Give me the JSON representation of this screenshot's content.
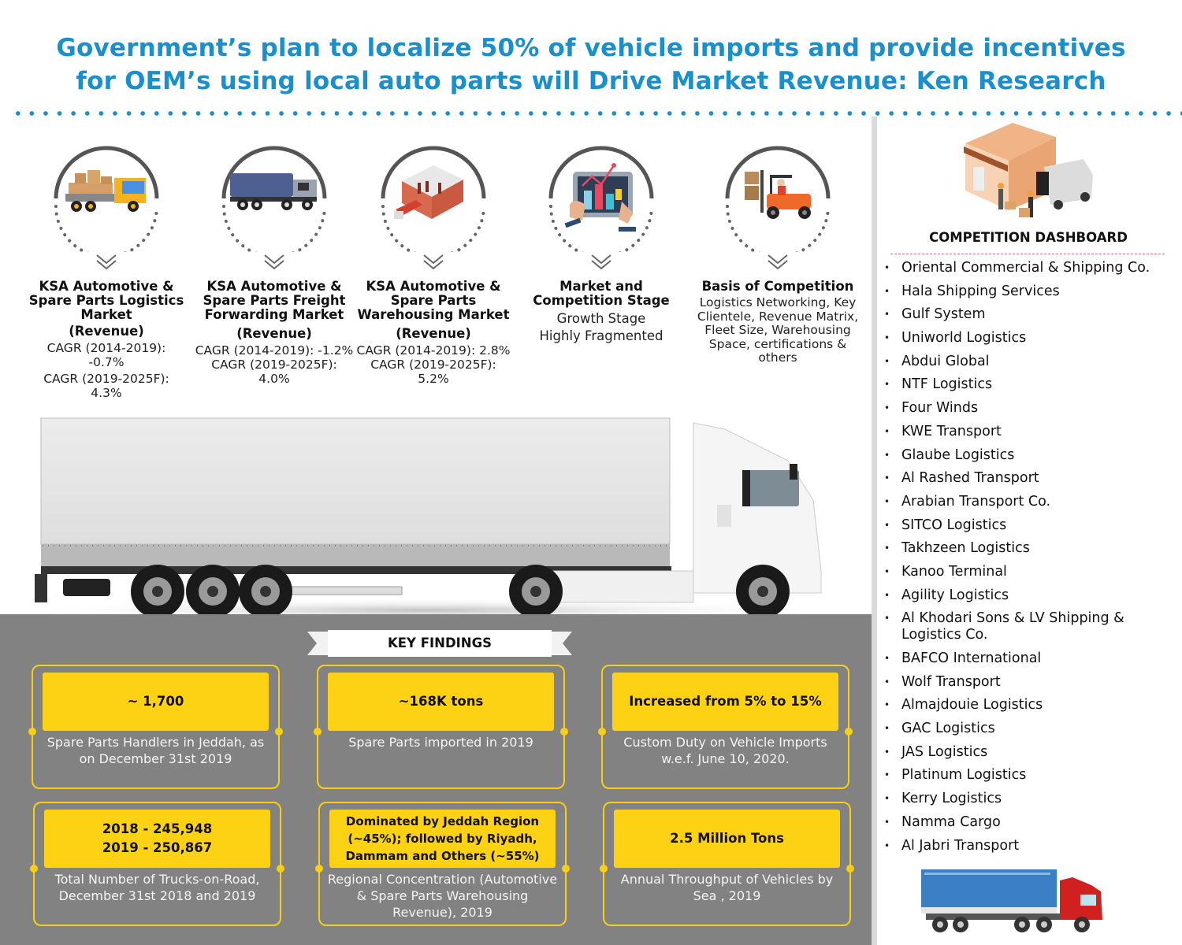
{
  "header": {
    "title_line1": "Government’s plan to localize 50% of vehicle imports and provide incentives",
    "title_line2": "for OEM’s using local auto parts will Drive Market Revenue: Ken Research",
    "accent_color": "#1a8fcc"
  },
  "stats": [
    {
      "icon": "cargo-truck-icon",
      "title": "KSA  Automotive & Spare Parts Logistics Market",
      "subtitle": "(Revenue)",
      "lines": [
        "CAGR (2014-2019):",
        "-0.7%",
        "CAGR (2019-2025F):",
        "4.3%"
      ]
    },
    {
      "icon": "freight-truck-icon",
      "title": "KSA Automotive & Spare Parts Freight Forwarding Market",
      "subtitle": "(Revenue)",
      "lines": [
        "CAGR (2014-2019): -1.2%",
        "CAGR (2019-2025F):",
        "4.0%"
      ]
    },
    {
      "icon": "warehouse-icon",
      "title": "KSA Automotive & Spare Parts Warehousing Market",
      "subtitle": "(Revenue)",
      "lines": [
        "CAGR (2014-2019): 2.8%",
        "CAGR (2019-2025F):",
        "5.2%"
      ]
    },
    {
      "icon": "analytics-tablet-icon",
      "title": "Market  and Competition Stage",
      "lines": [
        "Growth Stage",
        "Highly Fragmented"
      ]
    },
    {
      "icon": "forklift-icon",
      "title": "Basis of Competition",
      "lines": [
        "Logistics Networking, Key Clientele, Revenue Matrix, Fleet Size, Warehousing Space, certifications & others"
      ]
    }
  ],
  "key_findings": {
    "label": "KEY FINDINGS",
    "cards": [
      {
        "highlight": [
          "~ 1,700"
        ],
        "desc": "Spare Parts Handlers in Jeddah, as on December 31st 2019"
      },
      {
        "highlight": [
          "~168K tons"
        ],
        "desc": "Spare Parts imported in 2019"
      },
      {
        "highlight": [
          "Increased from 5% to 15%"
        ],
        "desc": "Custom Duty on Vehicle Imports w.e.f. June 10, 2020."
      },
      {
        "highlight": [
          "2018 - 245,948",
          "2019 - 250,867"
        ],
        "desc": "Total Number of  Trucks-on-Road, December 31st 2018 and 2019"
      },
      {
        "highlight": [
          "Dominated by Jeddah Region (~45%); followed by Riyadh, Dammam and Others (~55%)"
        ],
        "desc": "Regional Concentration (Automotive & Spare Parts Warehousing Revenue), 2019"
      },
      {
        "highlight": [
          "2.5 Million Tons"
        ],
        "desc": "Annual Throughput of Vehicles by Sea , 2019"
      }
    ],
    "panel_color": "#828282",
    "highlight_color": "#fdd215"
  },
  "competition": {
    "title": "COMPETITION DASHBOARD",
    "companies": [
      "Oriental Commercial & Shipping Co.",
      "Hala Shipping Services",
      "Gulf System",
      "Uniworld Logistics",
      "Abdui Global",
      "NTF Logistics",
      "Four Winds",
      "KWE Transport",
      "Glaube Logistics",
      "Al Rashed Transport",
      "Arabian Transport Co.",
      "SITCO Logistics",
      "Takhzeen Logistics",
      "Kanoo Terminal",
      "Agility Logistics",
      "Al Khodari Sons & LV Shipping & Logistics Co.",
      "BAFCO International",
      "Wolf Transport",
      "Almajdouie Logistics",
      "GAC Logistics",
      "JAS Logistics",
      "Platinum Logistics",
      "Kerry Logistics",
      "Namma Cargo",
      "Al Jabri Transport"
    ]
  }
}
